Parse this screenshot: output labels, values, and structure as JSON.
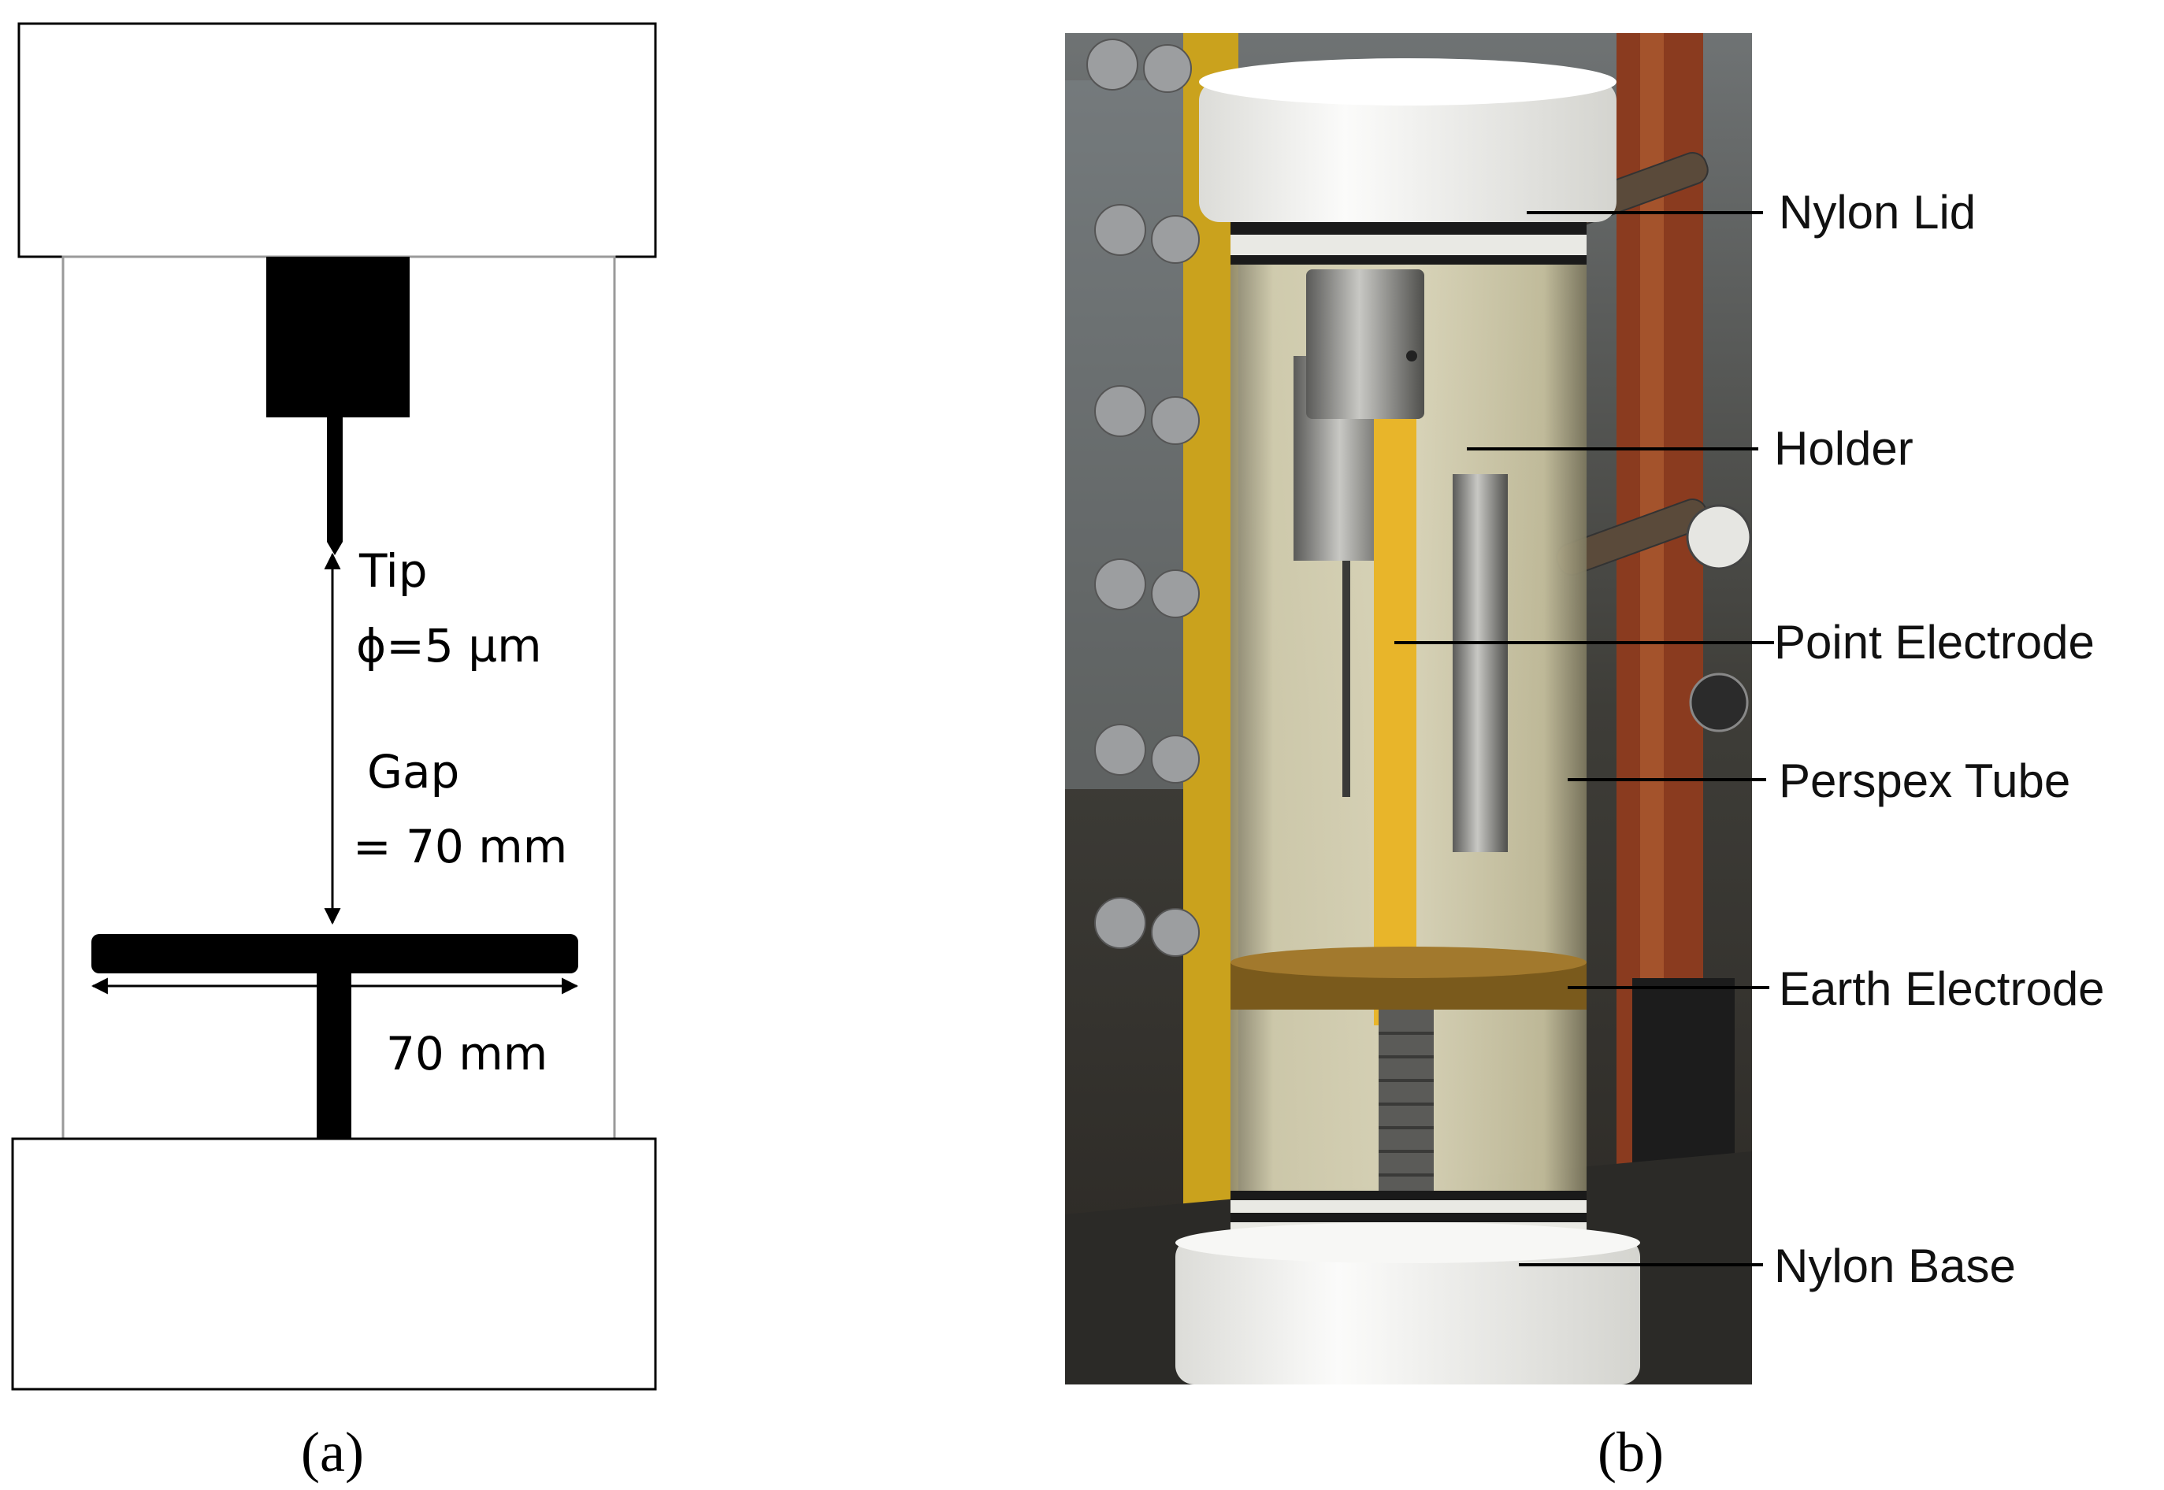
{
  "panel_a": {
    "caption": "(a)",
    "tip_label": "Tip",
    "tip_diameter": "ϕ=5 µm",
    "gap_label": "Gap",
    "gap_value": "= 70 mm",
    "plate_width": "70 mm"
  },
  "panel_b": {
    "caption": "(b)",
    "labels": {
      "nylon_lid": "Nylon Lid",
      "holder": "Holder",
      "point_electrode": "Point Electrode",
      "perspex_tube": "Perspex Tube",
      "earth_electrode": "Earth Electrode",
      "nylon_base": "Nylon Base"
    }
  },
  "colors": {
    "line": "#000000",
    "nylon": "#f3f3f1",
    "oil": "#cfc7a0",
    "brass": "#7a5a1c",
    "yellow_rod": "#e8b52a",
    "steel": "#8b8b88",
    "wood": "#8a3b1f"
  }
}
